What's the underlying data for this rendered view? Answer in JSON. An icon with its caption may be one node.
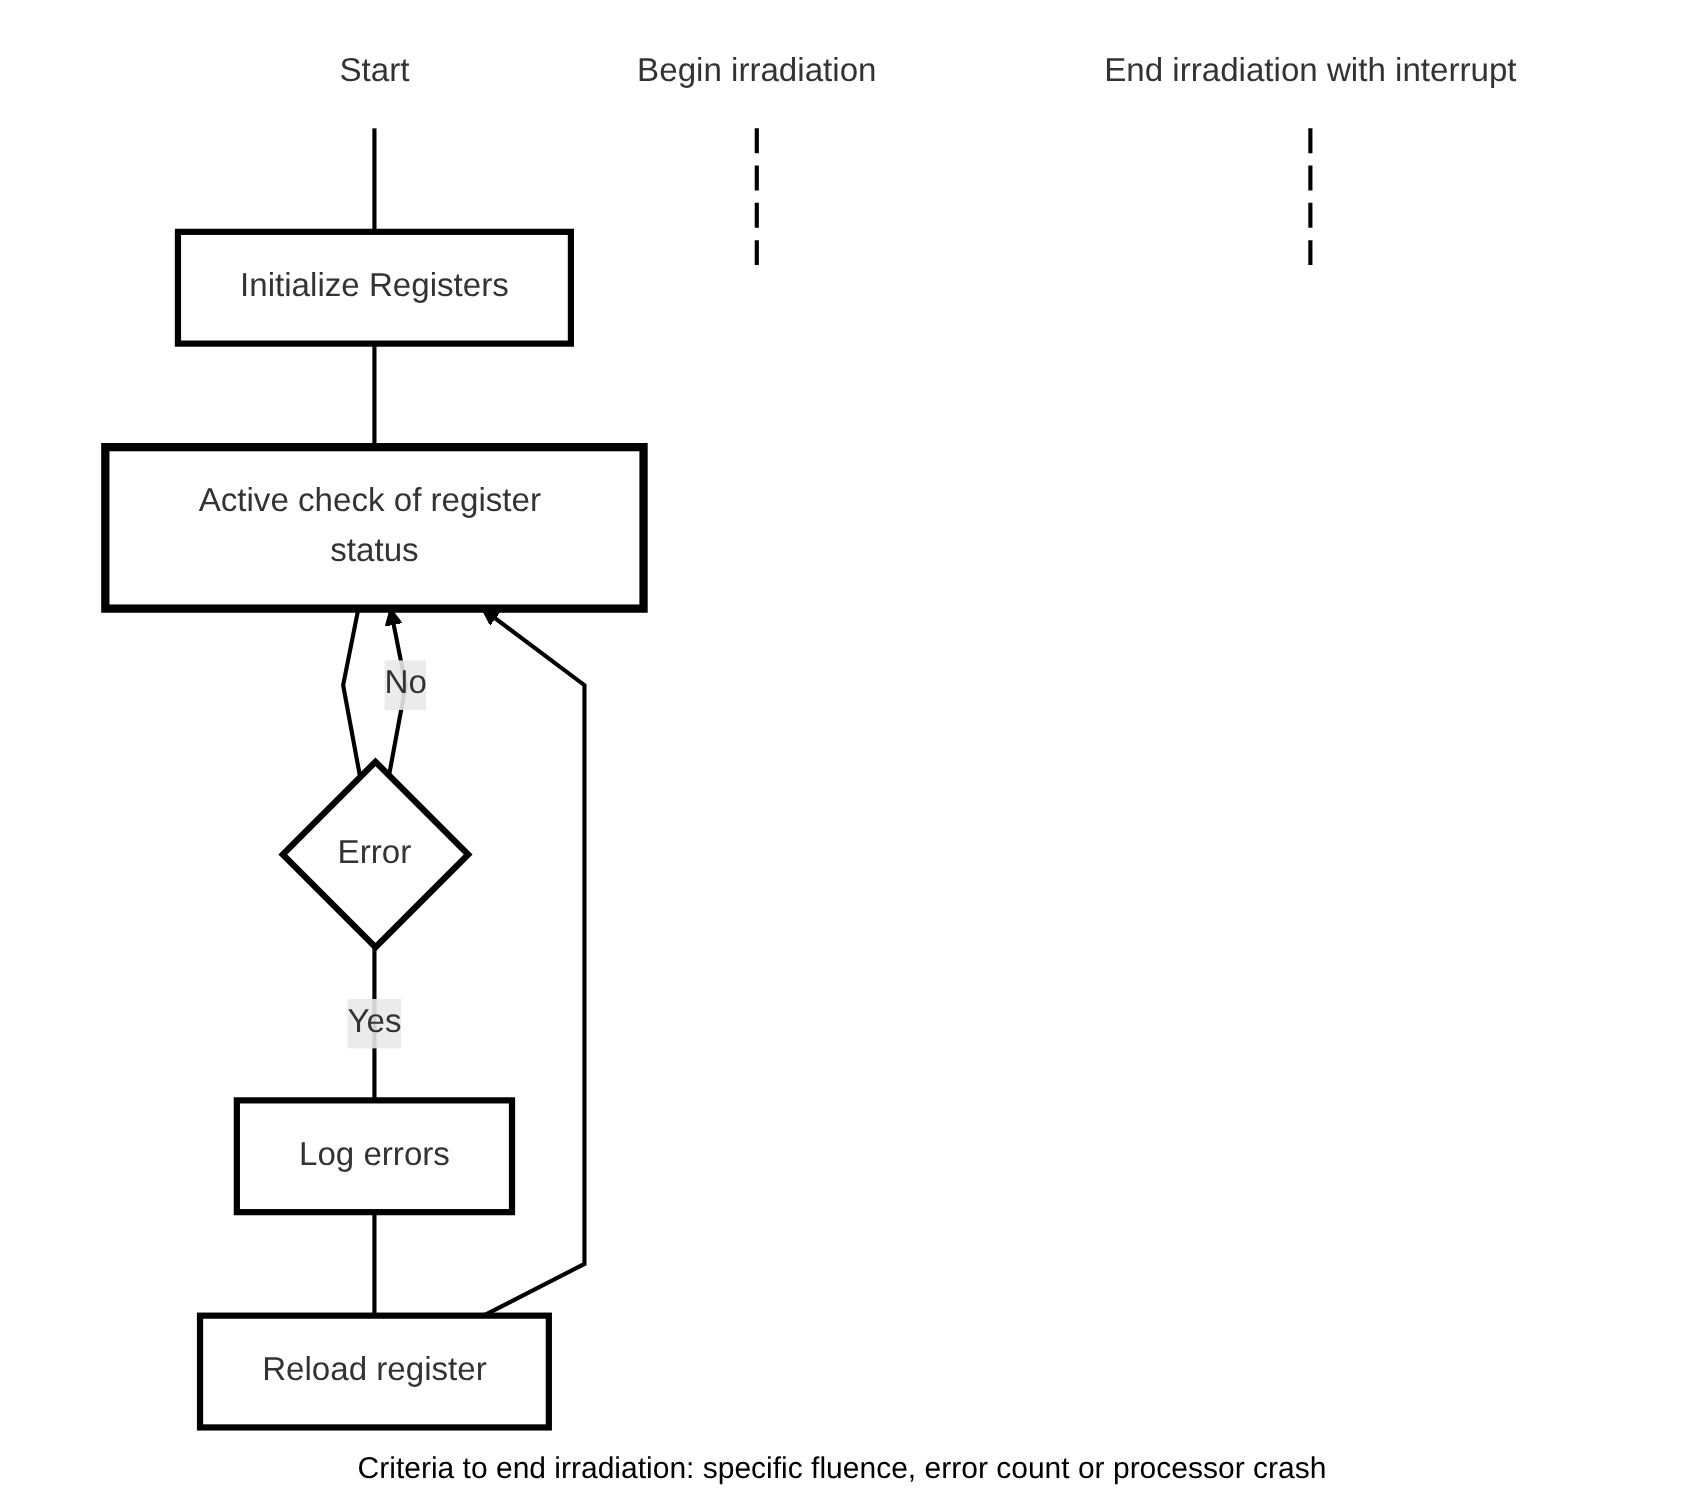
{
  "diagram": {
    "nodes": [
      {
        "text": [
          "Start"
        ]
      },
      {
        "text": [
          "Initialize Registers"
        ]
      },
      {
        "text": [
          "Begin irradiation"
        ]
      },
      {
        "text": [
          "Active check of register status"
        ]
      },
      {
        "text": [
          "Reload register"
        ]
      },
      {
        "text": [
          "Log errors"
        ]
      },
      {
        "text": [
          "Error"
        ]
      },
      {
        "text": [
          "End irradiation with interrupt"
        ]
      }
    ],
    "edges": [
      {
        "from": 0,
        "to": 1,
        "arrow": "none"
      },
      {
        "from": 1,
        "to": 3,
        "arrow": "none"
      },
      {
        "from": 2,
        "to": null,
        "arrow": "none",
        "style": "dashed"
      },
      {
        "from": 4,
        "to": 3,
        "arrow": "to"
      },
      {
        "from": 6,
        "to": 3,
        "arrow": "to",
        "label": "No"
      },
      {
        "from": 3,
        "to": 6,
        "arrow": "none"
      },
      {
        "from": 6,
        "to": 5,
        "arrow": "none",
        "label": "Yes"
      },
      {
        "from": 5,
        "to": 4,
        "arrow": "none"
      },
      {
        "from": 7,
        "to": null,
        "arrow": "none",
        "style": "dashed"
      }
    ],
    "labels": [
      "Criteria to end irradiation: specific fluence, error count or processor crash"
    ]
  }
}
